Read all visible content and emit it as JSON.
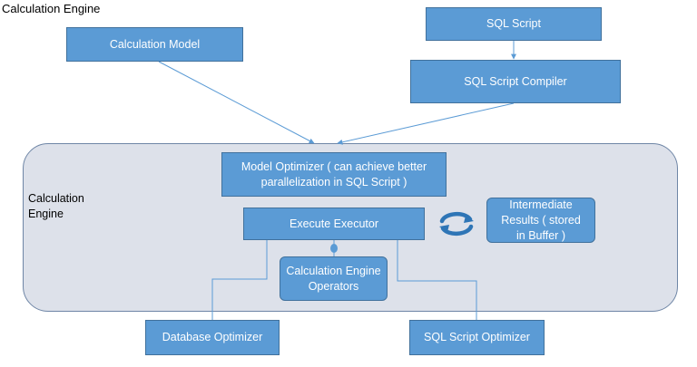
{
  "title": "Calculation Engine",
  "engine_label": "Calculation Engine",
  "nodes": {
    "calculation_model": "Calculation Model",
    "sql_script": "SQL Script",
    "sql_script_compiler": "SQL Script Compiler",
    "model_optimizer": "Model Optimizer ( can achieve better parallelization in SQL Script )",
    "execute_executor": "Execute Executor",
    "intermediate_results": "Intermediate Results ( stored in Buffer )",
    "calculation_engine_operators": "Calculation Engine Operators",
    "database_optimizer": "Database Optimizer",
    "sql_script_optimizer": "SQL Script Optimizer"
  },
  "colors": {
    "node_fill": "#5b9bd5",
    "node_border": "#41719c",
    "panel_fill": "#dde1ea",
    "connector": "#5b9bd5"
  },
  "icons": {
    "cycle": "refresh-cycle-icon"
  }
}
